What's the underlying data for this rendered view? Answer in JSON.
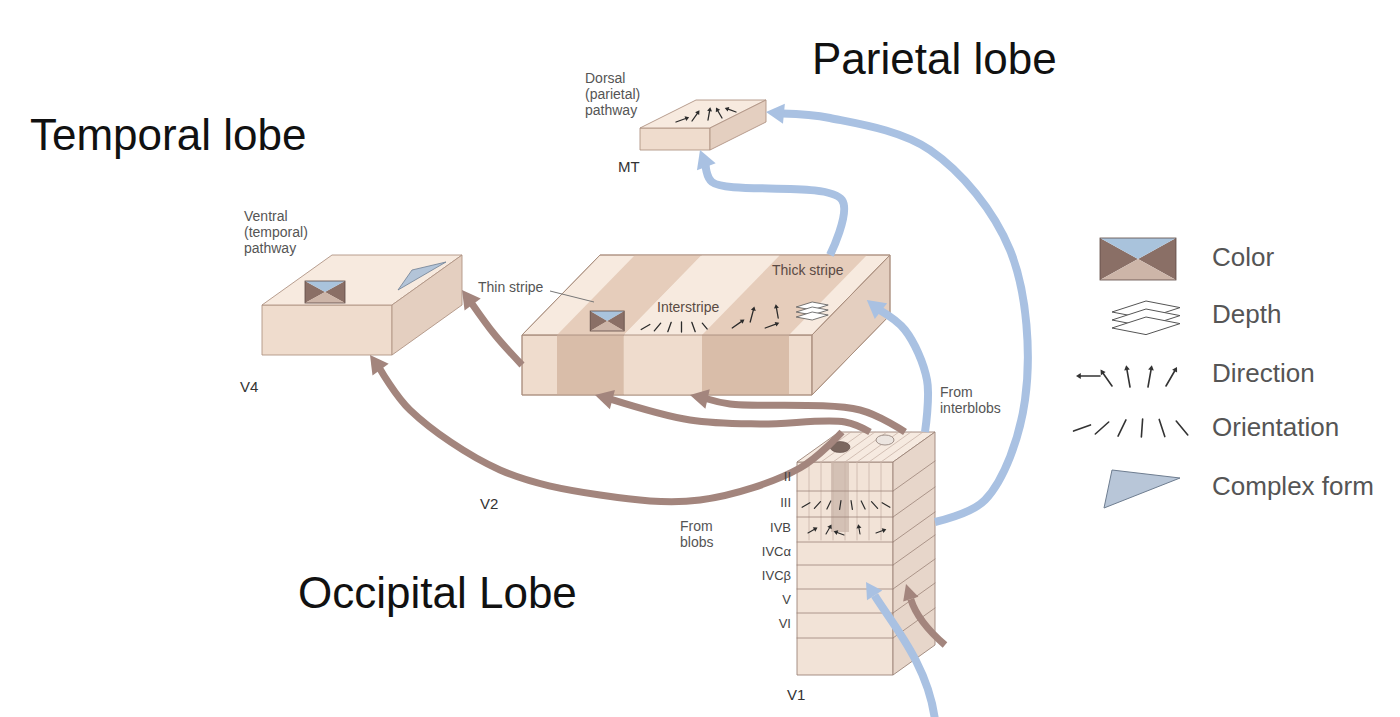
{
  "diagram": {
    "nodes": [
      {
        "text": [
          "Ventral (temporal) pathway",
          "V4"
        ]
      },
      {
        "text": [
          "Dorsal (parietal) pathway",
          "MT"
        ]
      },
      {
        "text": [
          "V2"
        ]
      },
      {
        "text": [
          "Thin stripe"
        ],
        "in": 2
      },
      {
        "text": [
          "Interstripe"
        ],
        "in": 2
      },
      {
        "text": [
          "Thick stripe"
        ],
        "in": 2
      },
      {
        "text": [
          "V1"
        ]
      }
    ],
    "edges": [
      {
        "from": 2,
        "to": 0,
        "arrow": "to"
      },
      {
        "from": 5,
        "to": 1,
        "arrow": "to"
      },
      {
        "from": 6,
        "to": 0,
        "arrow": "to"
      },
      {
        "from": 6,
        "to": 3,
        "arrow": "to",
        "label": "From blobs"
      },
      {
        "from": 6,
        "to": 4,
        "arrow": "to",
        "label": "From interblobs"
      },
      {
        "from": 6,
        "to": 5,
        "arrow": "to"
      },
      {
        "from": 6,
        "to": 1,
        "arrow": "to"
      }
    ],
    "labels": [
      "Parietal lobe",
      "Temporal lobe",
      "Occipital Lobe",
      "II",
      "III",
      "IVB",
      "IVCα",
      "IVCβ",
      "V",
      "VI"
    ],
    "legend": [
      {
        "text": "Color"
      },
      {
        "text": "Depth"
      },
      {
        "text": "Direction"
      },
      {
        "text": "Orientation"
      },
      {
        "text": "Complex form"
      }
    ]
  }
}
